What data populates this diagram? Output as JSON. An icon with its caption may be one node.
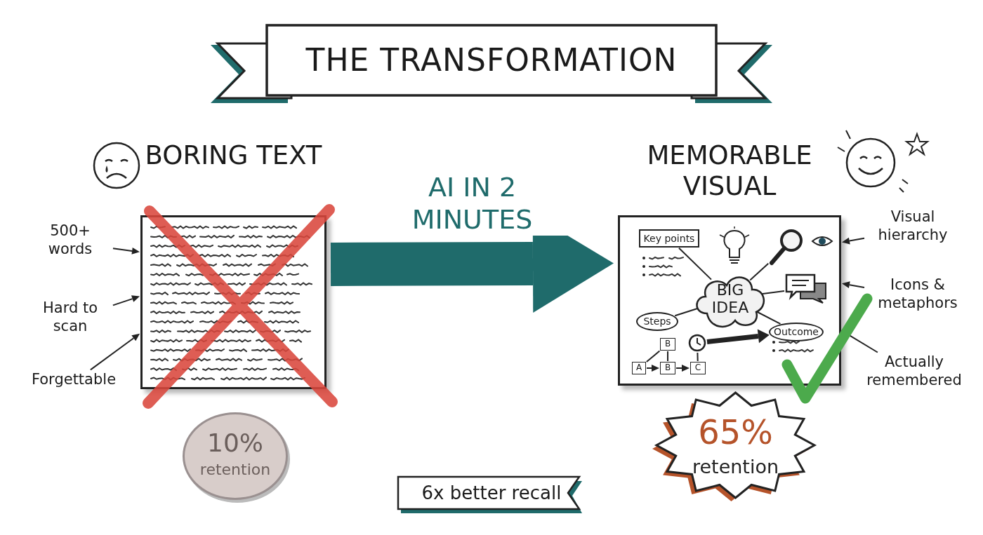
{
  "diagram": {
    "title": "THE TRANSFORMATION",
    "nodes": [
      {
        "text": [
          "BORING TEXT"
        ]
      },
      {
        "text": [
          "500+ words"
        ]
      },
      {
        "text": [
          "Hard to scan"
        ]
      },
      {
        "text": [
          "Forgettable"
        ]
      },
      {
        "text": [
          "10%",
          "retention"
        ]
      },
      {
        "text": [
          "MEMORABLE VISUAL"
        ]
      },
      {
        "text": [
          "Key points"
        ],
        "in": 5
      },
      {
        "text": [
          "BIG IDEA"
        ],
        "in": 5
      },
      {
        "text": [],
        "shape": "picture",
        "in": 5
      },
      {
        "text": [],
        "shape": "picture",
        "in": 5
      },
      {
        "text": [
          "Steps"
        ],
        "in": 5
      },
      {
        "text": [
          "Outcome"
        ],
        "in": 5
      },
      {
        "text": [],
        "shape": "picture",
        "in": 5
      },
      {
        "text": [
          "B"
        ],
        "in": 5
      },
      {
        "text": [
          "A"
        ],
        "in": 5
      },
      {
        "text": [
          "B"
        ],
        "in": 5
      },
      {
        "text": [
          "C"
        ],
        "in": 5
      },
      {
        "text": [
          "Visual hierarchy"
        ]
      },
      {
        "text": [
          "Icons & metaphors"
        ]
      },
      {
        "text": [
          "Actually remembered"
        ]
      },
      {
        "text": [
          "65%",
          "retention"
        ]
      },
      {
        "text": [
          "6x better recall"
        ]
      }
    ],
    "edges": [
      {
        "from": 0,
        "to": 5,
        "arrow": "to",
        "label": "AI IN 2 MINUTES",
        "style": "thick",
        "color": "#1f6b6b"
      },
      {
        "from": 1,
        "to": 0,
        "arrow": "to"
      },
      {
        "from": 2,
        "to": 0,
        "arrow": "to"
      },
      {
        "from": 3,
        "to": 0,
        "arrow": "to"
      },
      {
        "from": 6,
        "to": 7,
        "arrow": "none"
      },
      {
        "from": 7,
        "to": 8,
        "arrow": "none"
      },
      {
        "from": 7,
        "to": 9,
        "arrow": "none"
      },
      {
        "from": 10,
        "to": 7,
        "arrow": "none"
      },
      {
        "from": 7,
        "to": 11,
        "arrow": "none"
      },
      {
        "from": 14,
        "to": 13,
        "arrow": "none"
      },
      {
        "from": 13,
        "to": 15,
        "arrow": "none"
      },
      {
        "from": 14,
        "to": 15,
        "arrow": "to"
      },
      {
        "from": 15,
        "to": 16,
        "arrow": "to"
      },
      {
        "from": 12,
        "to": 16,
        "arrow": "none"
      },
      {
        "from": 12,
        "to": 11,
        "arrow": "to",
        "style": "thick"
      },
      {
        "from": 17,
        "to": 5,
        "arrow": "to"
      },
      {
        "from": 18,
        "to": 5,
        "arrow": "to"
      },
      {
        "from": 19,
        "to": 5,
        "arrow": "to"
      }
    ]
  }
}
